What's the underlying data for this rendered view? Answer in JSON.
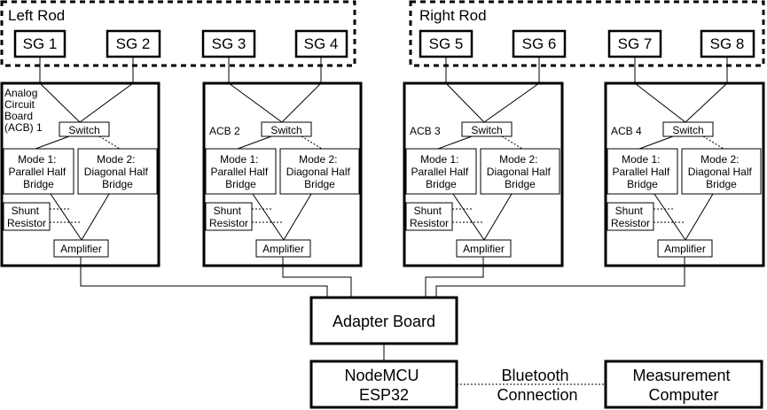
{
  "rods": [
    {
      "label": "Left Rod"
    },
    {
      "label": "Right Rod"
    }
  ],
  "gauges": [
    {
      "label": "SG 1"
    },
    {
      "label": "SG 2"
    },
    {
      "label": "SG 3"
    },
    {
      "label": "SG 4"
    },
    {
      "label": "SG 5"
    },
    {
      "label": "SG 6"
    },
    {
      "label": "SG 7"
    },
    {
      "label": "SG 8"
    }
  ],
  "boards": [
    {
      "label_lines": [
        "Analog",
        "Circuit",
        "Board",
        "(ACB) 1"
      ]
    },
    {
      "label_lines": [
        "ACB 2"
      ]
    },
    {
      "label_lines": [
        "ACB 3"
      ]
    },
    {
      "label_lines": [
        "ACB 4"
      ]
    }
  ],
  "board_parts": {
    "switch": "Switch",
    "mode1_lines": [
      "Mode 1:",
      "Parallel Half",
      "Bridge"
    ],
    "mode2_lines": [
      "Mode 2:",
      "Diagonal Half",
      "Bridge"
    ],
    "shunt_lines": [
      "Shunt",
      "Resistor"
    ],
    "amplifier": "Amplifier"
  },
  "adapter": {
    "label": "Adapter Board"
  },
  "mcu": {
    "label_lines": [
      "NodeMCU",
      "ESP32"
    ]
  },
  "link": {
    "label_lines": [
      "Bluetooth",
      "Connection"
    ]
  },
  "computer": {
    "label_lines": [
      "Measurement",
      "Computer"
    ]
  }
}
